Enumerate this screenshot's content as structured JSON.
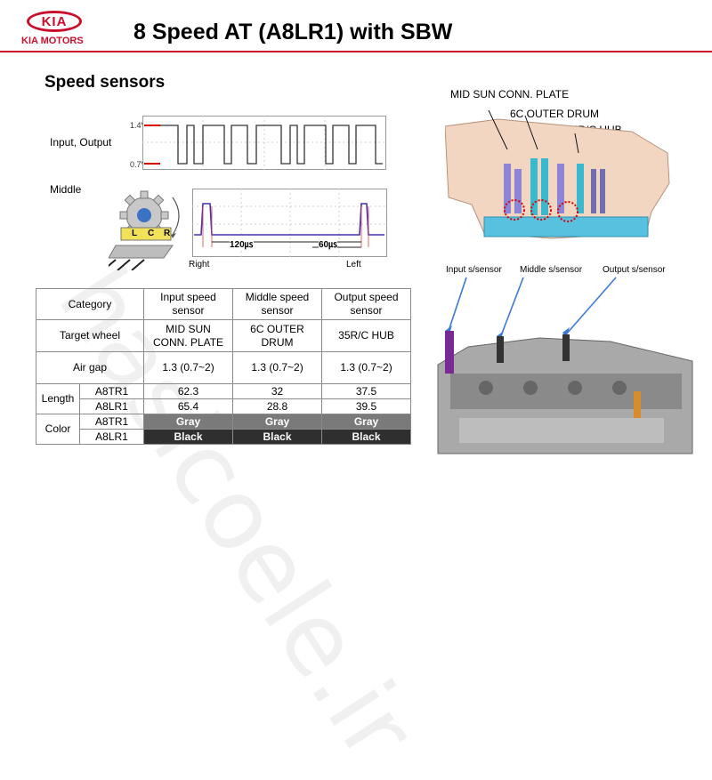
{
  "header": {
    "logo_word": "KIA",
    "logo_brand": "KIA MOTORS",
    "title": "8 Speed AT (A8LR1) with SBW"
  },
  "section_title": "Speed sensors",
  "waveform": {
    "input_output_label": "Input, Output",
    "high_voltage": "1.4V",
    "low_voltage": "0.7V",
    "middle_label": "Middle",
    "pulse_width": "120㎲",
    "pulse_gap": "60㎲",
    "right_label": "Right",
    "left_label": "Left",
    "sensor_pins": [
      "L",
      "C",
      "R"
    ]
  },
  "transmission": {
    "callouts": [
      "MID SUN CONN. PLATE",
      "6C OUTER DRUM",
      "35R/C HUB"
    ],
    "sensor_labels": [
      "Input s/sensor",
      "Middle s/sensor",
      "Output s/sensor"
    ]
  },
  "table": {
    "header": [
      "Category",
      "Input speed sensor",
      "Middle speed sensor",
      "Output speed sensor"
    ],
    "target_wheel": {
      "label": "Target wheel",
      "values": [
        "MID SUN CONN. PLATE",
        "6C OUTER DRUM",
        "35R/C HUB"
      ]
    },
    "air_gap": {
      "label": "Air gap",
      "values": [
        "1.3 (0.7~2)",
        "1.3 (0.7~2)",
        "1.3 (0.7~2)"
      ]
    },
    "length": {
      "label": "Length",
      "rows": [
        {
          "model": "A8TR1",
          "values": [
            "62.3",
            "32",
            "37.5"
          ]
        },
        {
          "model": "A8LR1",
          "values": [
            "65.4",
            "28.8",
            "39.5"
          ]
        }
      ]
    },
    "color": {
      "label": "Color",
      "rows": [
        {
          "model": "A8TR1",
          "values": [
            "Gray",
            "Gray",
            "Gray"
          ]
        },
        {
          "model": "A8LR1",
          "values": [
            "Black",
            "Black",
            "Black"
          ]
        }
      ]
    }
  },
  "colors": {
    "brand_red": "#c8102e",
    "gray_cell": "#7a7a7a",
    "black_cell": "#2f2f2f",
    "arrow_blue": "#3c78d8"
  },
  "watermark": "hasicoele.ir"
}
